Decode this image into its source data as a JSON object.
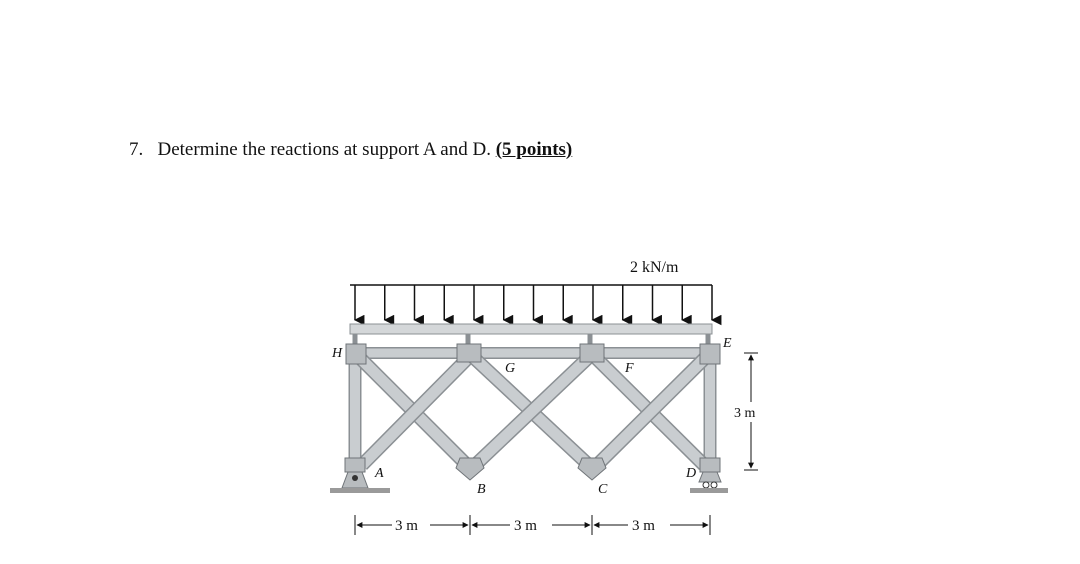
{
  "question": {
    "number": "7.",
    "text": "Determine the reactions at support A and D.",
    "points": "(5 points)"
  },
  "figure": {
    "load_label": "2 kN/m",
    "nodes": {
      "A": "A",
      "B": "B",
      "C": "C",
      "D": "D",
      "E": "E",
      "F": "F",
      "G": "G",
      "H": "H"
    },
    "height_label": "3 m",
    "span_labels": [
      "3 m",
      "3 m",
      "3 m"
    ],
    "colors": {
      "member": "#c9cdd0",
      "member_edge": "#8b9094",
      "gusset": "#b8bcbf",
      "ground": "#9a9a9a",
      "ink": "#111111"
    }
  }
}
